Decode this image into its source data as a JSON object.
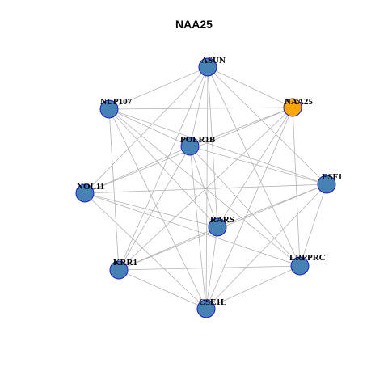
{
  "title": "NAA25",
  "colors": {
    "node_fill": "#4682b4",
    "node_stroke": "#1c1cd0",
    "highlight_fill": "#ffa500",
    "highlight_stroke": "#1c1cd0",
    "edge": "#b3b3b3",
    "label": "#000000",
    "background": "#ffffff"
  },
  "nodes": [
    {
      "id": "ASUN",
      "label": "ASUN",
      "highlight": false
    },
    {
      "id": "NAA25",
      "label": "NAA25",
      "highlight": true
    },
    {
      "id": "NUP107",
      "label": "NUP107",
      "highlight": false
    },
    {
      "id": "POLR1B",
      "label": "POLR1B",
      "highlight": false
    },
    {
      "id": "ESF1",
      "label": "ESF1",
      "highlight": false
    },
    {
      "id": "NOL11",
      "label": "NOL11",
      "highlight": false
    },
    {
      "id": "RARS",
      "label": "RARS",
      "highlight": false
    },
    {
      "id": "KRR1",
      "label": "KRR1",
      "highlight": false
    },
    {
      "id": "LRPPRC",
      "label": "LRPPRC",
      "highlight": false
    },
    {
      "id": "CSE1L",
      "label": "CSE1L",
      "highlight": false
    }
  ],
  "edges": [
    [
      "ASUN",
      "NAA25"
    ],
    [
      "ASUN",
      "NUP107"
    ],
    [
      "ASUN",
      "POLR1B"
    ],
    [
      "ASUN",
      "ESF1"
    ],
    [
      "ASUN",
      "NOL11"
    ],
    [
      "ASUN",
      "RARS"
    ],
    [
      "ASUN",
      "KRR1"
    ],
    [
      "ASUN",
      "LRPPRC"
    ],
    [
      "ASUN",
      "CSE1L"
    ],
    [
      "NAA25",
      "NUP107"
    ],
    [
      "NAA25",
      "POLR1B"
    ],
    [
      "NAA25",
      "NOL11"
    ],
    [
      "NAA25",
      "RARS"
    ],
    [
      "NAA25",
      "KRR1"
    ],
    [
      "NAA25",
      "LRPPRC"
    ],
    [
      "NAA25",
      "CSE1L"
    ],
    [
      "NUP107",
      "POLR1B"
    ],
    [
      "NUP107",
      "ESF1"
    ],
    [
      "NUP107",
      "RARS"
    ],
    [
      "NUP107",
      "KRR1"
    ],
    [
      "NUP107",
      "LRPPRC"
    ],
    [
      "NUP107",
      "CSE1L"
    ],
    [
      "POLR1B",
      "ESF1"
    ],
    [
      "POLR1B",
      "NOL11"
    ],
    [
      "POLR1B",
      "RARS"
    ],
    [
      "POLR1B",
      "KRR1"
    ],
    [
      "POLR1B",
      "LRPPRC"
    ],
    [
      "POLR1B",
      "CSE1L"
    ],
    [
      "ESF1",
      "NOL11"
    ],
    [
      "ESF1",
      "RARS"
    ],
    [
      "ESF1",
      "KRR1"
    ],
    [
      "ESF1",
      "LRPPRC"
    ],
    [
      "ESF1",
      "CSE1L"
    ],
    [
      "NOL11",
      "RARS"
    ],
    [
      "NOL11",
      "LRPPRC"
    ],
    [
      "NOL11",
      "CSE1L"
    ],
    [
      "RARS",
      "KRR1"
    ],
    [
      "RARS",
      "CSE1L"
    ],
    [
      "KRR1",
      "LRPPRC"
    ],
    [
      "KRR1",
      "CSE1L"
    ],
    [
      "LRPPRC",
      "CSE1L"
    ]
  ]
}
